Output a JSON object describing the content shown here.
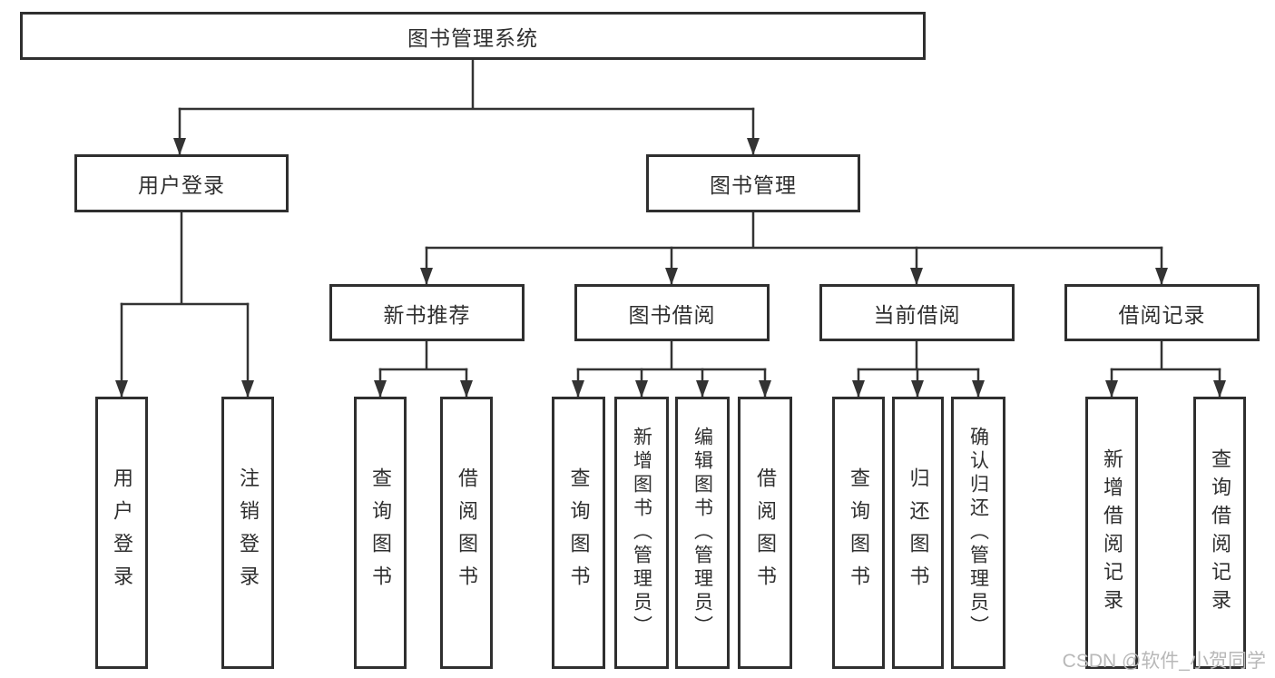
{
  "diagram": {
    "root": {
      "label": "图书管理系统",
      "children": [
        {
          "label": "用户登录",
          "children": [
            {
              "label": "用户登录"
            },
            {
              "label": "注销登录"
            }
          ]
        },
        {
          "label": "图书管理",
          "children": [
            {
              "label": "新书推荐",
              "children": [
                {
                  "label": "查询图书"
                },
                {
                  "label": "借阅图书"
                }
              ]
            },
            {
              "label": "图书借阅",
              "children": [
                {
                  "label": "查询图书"
                },
                {
                  "label": "新增图书（管理员）"
                },
                {
                  "label": "编辑图书（管理员）"
                },
                {
                  "label": "借阅图书"
                }
              ]
            },
            {
              "label": "当前借阅",
              "children": [
                {
                  "label": "查询图书"
                },
                {
                  "label": "归还图书"
                },
                {
                  "label": "确认归还（管理员）"
                }
              ]
            },
            {
              "label": "借阅记录",
              "children": [
                {
                  "label": "新增借阅记录"
                },
                {
                  "label": "查询借阅记录"
                }
              ]
            }
          ]
        }
      ]
    }
  },
  "watermark": {
    "text": "CSDN @软件_小贺同学"
  },
  "colors": {
    "line": "#333333",
    "border": "#2f2f2f",
    "text": "#2f2f2f",
    "watermark": "#b8b8b8",
    "background": "#ffffff"
  }
}
